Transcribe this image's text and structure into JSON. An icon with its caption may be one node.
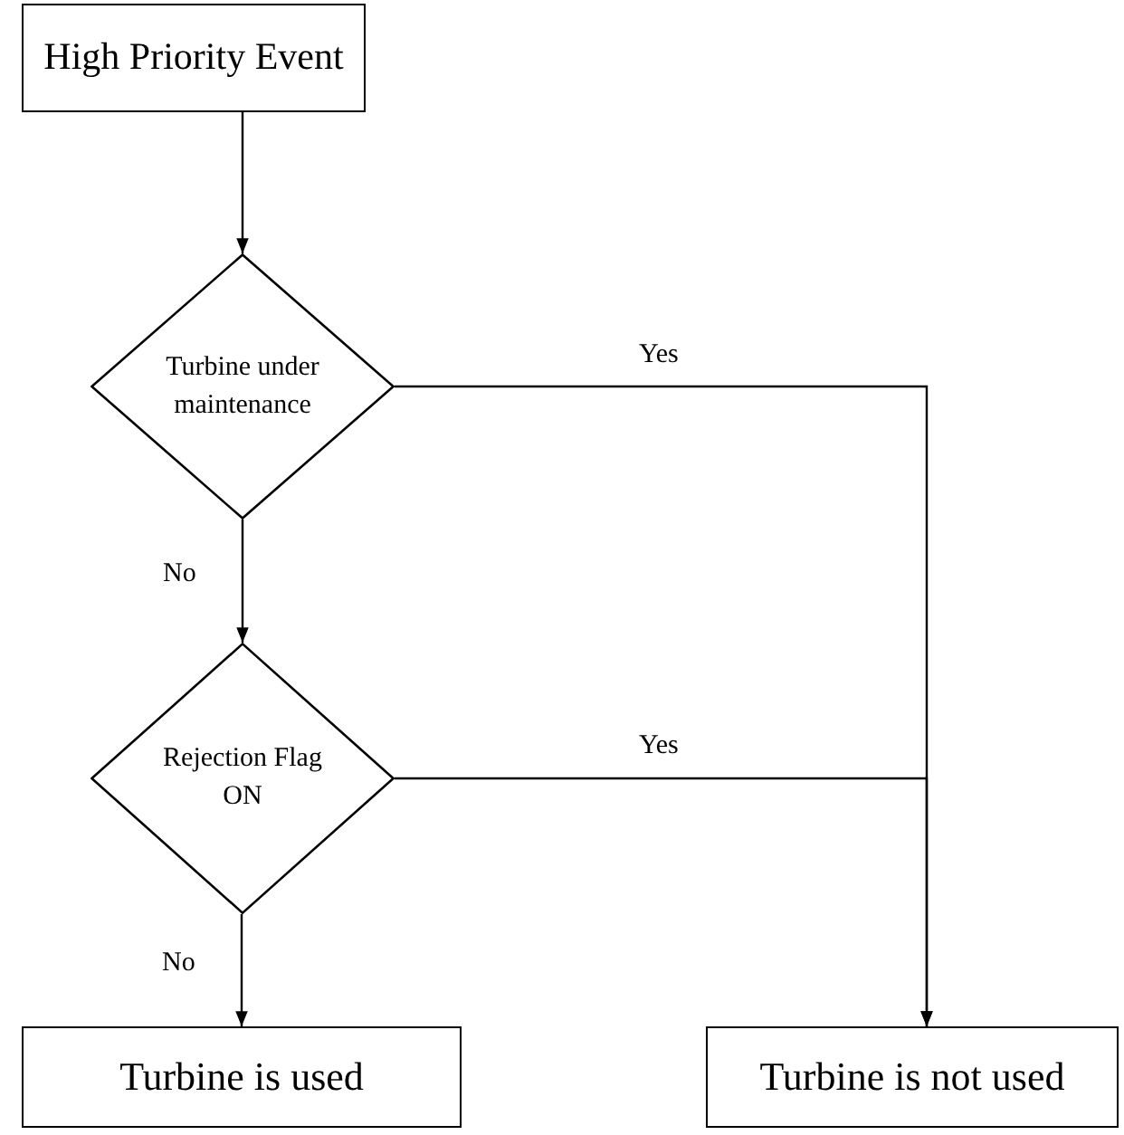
{
  "diagram": {
    "nodes": [
      {
        "text": [
          "High Priority Event"
        ]
      },
      {
        "text": [
          "Turbine under maintenance"
        ]
      },
      {
        "text": [
          "Rejection Flag ON"
        ]
      },
      {
        "text": [
          "Turbine is used"
        ]
      },
      {
        "text": [
          "Turbine is not used"
        ]
      }
    ],
    "edges": [
      {
        "from": 0,
        "to": 1,
        "arrow": "to"
      },
      {
        "from": 1,
        "to": 4,
        "arrow": "to",
        "label": "Yes"
      },
      {
        "from": 1,
        "to": 2,
        "arrow": "to",
        "label": "No"
      },
      {
        "from": 2,
        "to": 4,
        "arrow": "to",
        "label": "Yes"
      },
      {
        "from": 2,
        "to": 3,
        "arrow": "to",
        "label": "No"
      }
    ]
  }
}
